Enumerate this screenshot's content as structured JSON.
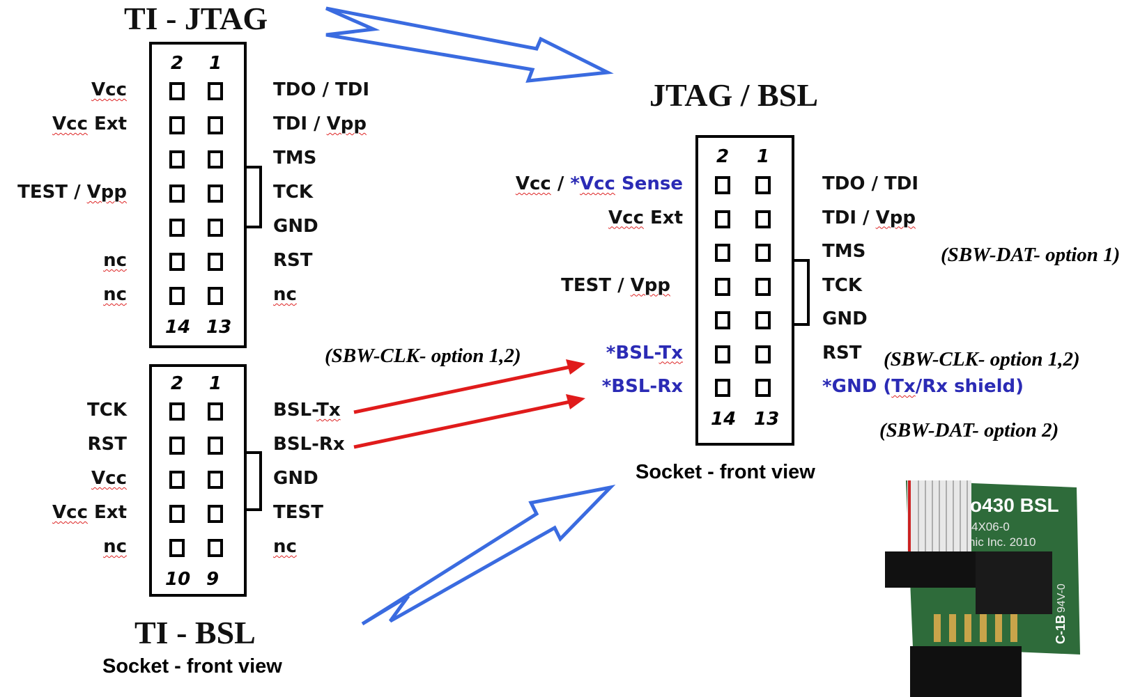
{
  "jtag": {
    "title": "TI - JTAG",
    "header_pins": [
      "2",
      "1"
    ],
    "footer_pins": [
      "14",
      "13"
    ],
    "left_labels": [
      {
        "pre": "",
        "u": "Vcc",
        "post": ""
      },
      {
        "pre": "",
        "u": "Vcc",
        "post": " Ext"
      },
      {
        "pre": "",
        "u": "",
        "post": ""
      },
      {
        "pre": "TEST / ",
        "u": "Vpp",
        "post": ""
      },
      {
        "pre": "",
        "u": "",
        "post": ""
      },
      {
        "pre": "",
        "u": "nc",
        "post": ""
      },
      {
        "pre": "",
        "u": "nc",
        "post": ""
      }
    ],
    "right_labels": [
      {
        "pre": "TDO / TDI",
        "u": "",
        "post": ""
      },
      {
        "pre": "TDI / ",
        "u": "Vpp",
        "post": ""
      },
      {
        "pre": "TMS",
        "u": "",
        "post": ""
      },
      {
        "pre": "TCK",
        "u": "",
        "post": ""
      },
      {
        "pre": "GND",
        "u": "",
        "post": ""
      },
      {
        "pre": "RST",
        "u": "",
        "post": ""
      },
      {
        "pre": "",
        "u": "nc",
        "post": ""
      }
    ]
  },
  "bsl": {
    "title": "TI - BSL",
    "caption": "Socket - front view",
    "header_pins": [
      "2",
      "1"
    ],
    "footer_pins": [
      "10",
      "9"
    ],
    "left_labels": [
      {
        "pre": "TCK",
        "u": "",
        "post": ""
      },
      {
        "pre": "RST",
        "u": "",
        "post": ""
      },
      {
        "pre": "",
        "u": "Vcc",
        "post": ""
      },
      {
        "pre": "",
        "u": "Vcc",
        "post": " Ext"
      },
      {
        "pre": "",
        "u": "nc",
        "post": ""
      }
    ],
    "right_labels": [
      {
        "pre": "BSL-",
        "u": "Tx",
        "post": ""
      },
      {
        "pre": "BSL-Rx",
        "u": "",
        "post": ""
      },
      {
        "pre": "GND",
        "u": "",
        "post": ""
      },
      {
        "pre": "TEST",
        "u": "",
        "post": ""
      },
      {
        "pre": "",
        "u": "nc",
        "post": ""
      }
    ]
  },
  "combo": {
    "title": "JTAG / BSL",
    "caption": "Socket - front view",
    "header_pins": [
      "2",
      "1"
    ],
    "footer_pins": [
      "14",
      "13"
    ],
    "left_labels": [
      {
        "pre": "",
        "u": "Vcc",
        "post": " / ",
        "blue_pre": "*",
        "blue_u": "Vcc",
        "blue_post": " Sense"
      },
      {
        "pre": "",
        "u": "Vcc",
        "post": " Ext"
      },
      {
        "pre": "",
        "u": "",
        "post": ""
      },
      {
        "pre": "TEST / ",
        "u": "Vpp",
        "post": ""
      },
      {
        "pre": "",
        "u": "",
        "post": ""
      },
      {
        "pre": "*BSL-",
        "u": "Tx",
        "post": "",
        "blue": true
      },
      {
        "pre": "*BSL-Rx",
        "u": "",
        "post": "",
        "blue": true
      }
    ],
    "right_labels": [
      {
        "pre": "TDO / TDI",
        "u": "",
        "post": ""
      },
      {
        "pre": "TDI / ",
        "u": "Vpp",
        "post": ""
      },
      {
        "pre": "TMS",
        "u": "",
        "post": ""
      },
      {
        "pre": "TCK",
        "u": "",
        "post": ""
      },
      {
        "pre": "GND",
        "u": "",
        "post": ""
      },
      {
        "pre": "RST",
        "u": "",
        "post": ""
      },
      {
        "pre": "*GND (",
        "u": "Tx",
        "post": "/Rx shield)",
        "blue": true
      }
    ]
  },
  "notes": {
    "sbw_dat_1": "(SBW-DAT- option 1)",
    "sbw_clk_right": "(SBW-CLK- option 1,2)",
    "sbw_dat_2": "(SBW-DAT- option 2)",
    "sbw_clk_left": "(SBW-CLK- option 1,2)"
  },
  "photo": {
    "board_text_1": "o430 BSL",
    "board_text_2": "4X06-0",
    "board_text_3": "nic Inc. 2010",
    "board_text_4": "94V-0",
    "board_text_5": "C-1B",
    "board_color": "#2e6b3a"
  },
  "colors": {
    "arrow_blue": "#3a6be0",
    "arrow_red": "#e01b1b",
    "label_blue": "#2b2bb5"
  }
}
